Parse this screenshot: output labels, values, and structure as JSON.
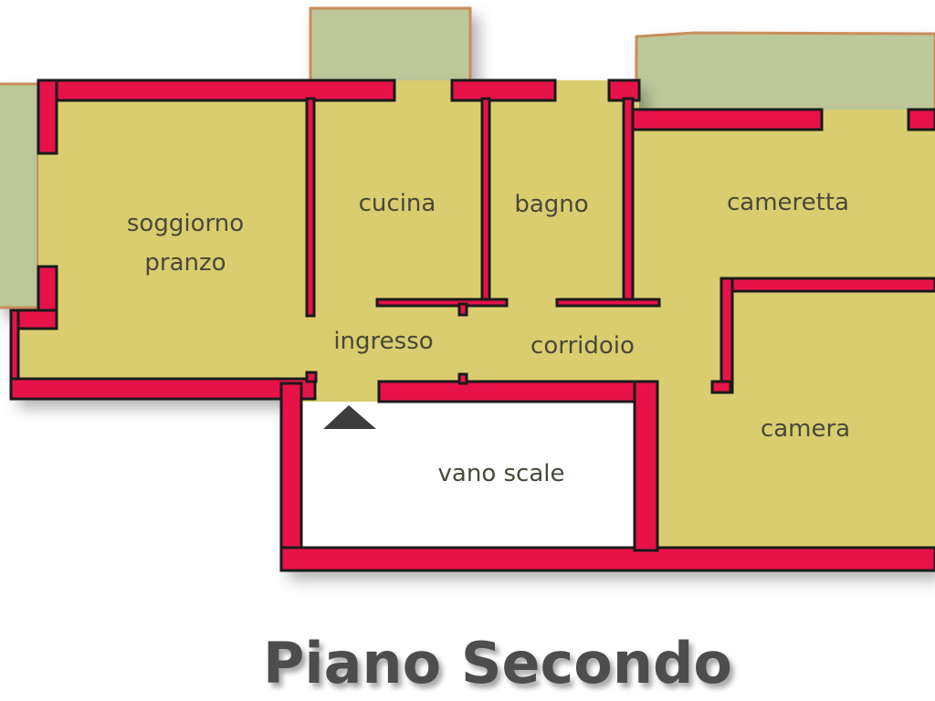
{
  "title": "Piano Secondo",
  "rooms": {
    "soggiorno_line1": "soggiorno",
    "soggiorno_line2": "pranzo",
    "cucina": "cucina",
    "bagno": "bagno",
    "cameretta": "cameretta",
    "ingresso": "ingresso",
    "corridoio": "corridoio",
    "camera": "camera",
    "vano_scale": "vano scale"
  },
  "colors": {
    "floor": "#d9cd70",
    "walls": "#e8124a",
    "balcony": "#bdc89a",
    "balcony_rail": "#c98d5a",
    "text": "#4a4838"
  },
  "icons": {
    "entrance": "triangle-entrance-marker"
  }
}
